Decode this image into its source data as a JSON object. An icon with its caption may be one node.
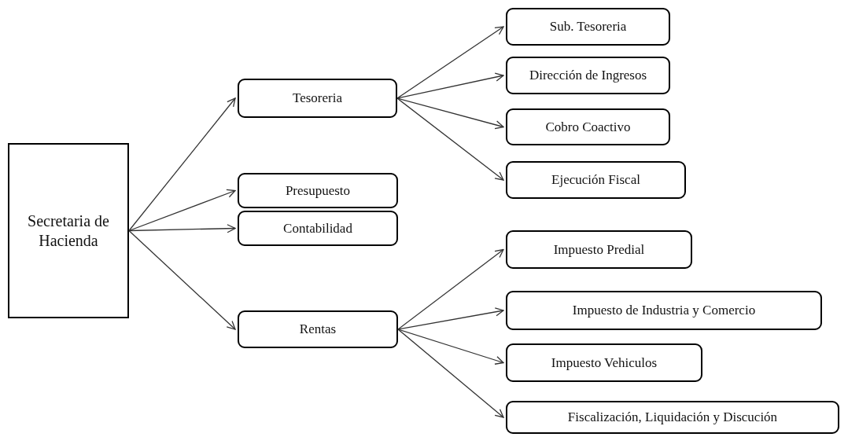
{
  "diagram": {
    "nodes": [
      {
        "text": [
          "Secretaria de Hacienda"
        ]
      },
      {
        "text": [
          "Tesoreria"
        ]
      },
      {
        "text": [
          "Presupuesto"
        ]
      },
      {
        "text": [
          "Contabilidad"
        ]
      },
      {
        "text": [
          "Rentas"
        ]
      },
      {
        "text": [
          "Sub. Tesoreria"
        ]
      },
      {
        "text": [
          "Dirección de Ingresos"
        ]
      },
      {
        "text": [
          "Cobro Coactivo"
        ]
      },
      {
        "text": [
          "Ejecución Fiscal"
        ]
      },
      {
        "text": [
          "Impuesto Predial"
        ]
      },
      {
        "text": [
          "Impuesto de Industria y Comercio"
        ]
      },
      {
        "text": [
          "Impuesto Vehiculos"
        ]
      },
      {
        "text": [
          "Fiscalización, Liquidación y Discución"
        ]
      }
    ],
    "edges": [
      {
        "from": 0,
        "to": 1,
        "arrow": "to"
      },
      {
        "from": 0,
        "to": 2,
        "arrow": "to"
      },
      {
        "from": 0,
        "to": 3,
        "arrow": "to"
      },
      {
        "from": 0,
        "to": 4,
        "arrow": "to"
      },
      {
        "from": 1,
        "to": 5,
        "arrow": "to"
      },
      {
        "from": 1,
        "to": 6,
        "arrow": "to"
      },
      {
        "from": 1,
        "to": 7,
        "arrow": "to"
      },
      {
        "from": 1,
        "to": 8,
        "arrow": "to"
      },
      {
        "from": 4,
        "to": 9,
        "arrow": "to"
      },
      {
        "from": 4,
        "to": 10,
        "arrow": "to"
      },
      {
        "from": 4,
        "to": 11,
        "arrow": "to"
      },
      {
        "from": 4,
        "to": 12,
        "arrow": "to"
      }
    ]
  }
}
